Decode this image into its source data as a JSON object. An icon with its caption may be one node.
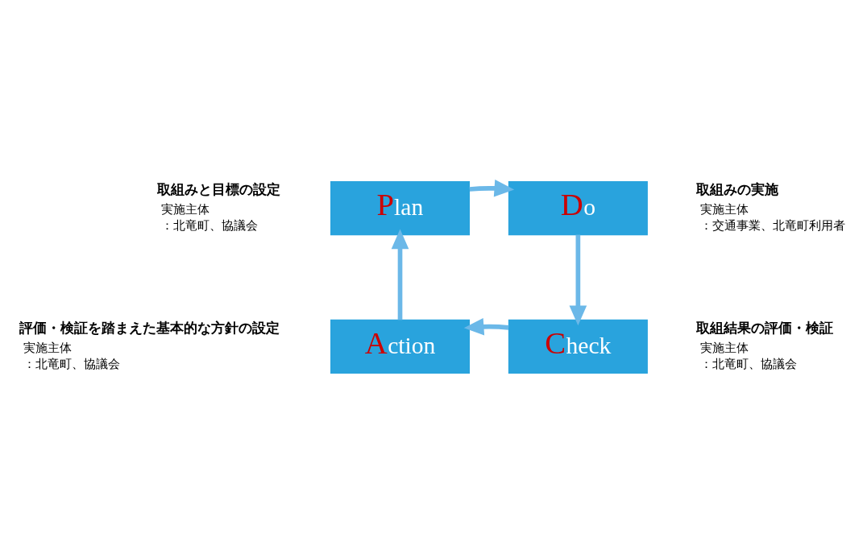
{
  "diagram": {
    "nodes": [
      {
        "text": [
          "Plan"
        ],
        "beside": [
          "取組みと目標の設定",
          "実施主体",
          "：北竜町、協議会"
        ]
      },
      {
        "text": [
          "Do"
        ],
        "beside": [
          "取組みの実施",
          "実施主体",
          "：交通事業、北竜町利用者"
        ]
      },
      {
        "text": [
          "Check"
        ],
        "beside": [
          "取組結果の評価・検証",
          "実施主体",
          "：北竜町、協議会"
        ]
      },
      {
        "text": [
          "Action"
        ],
        "beside": [
          "評価・検証を踏まえた基本的な方針の設定",
          "実施主体",
          "：北竜町、協議会"
        ]
      }
    ],
    "edges": [
      {
        "from": 0,
        "to": 1,
        "arrow": "to"
      },
      {
        "from": 1,
        "to": 2,
        "arrow": "to"
      },
      {
        "from": 2,
        "to": 3,
        "arrow": "to"
      },
      {
        "from": 3,
        "to": 0,
        "arrow": "to"
      }
    ]
  }
}
